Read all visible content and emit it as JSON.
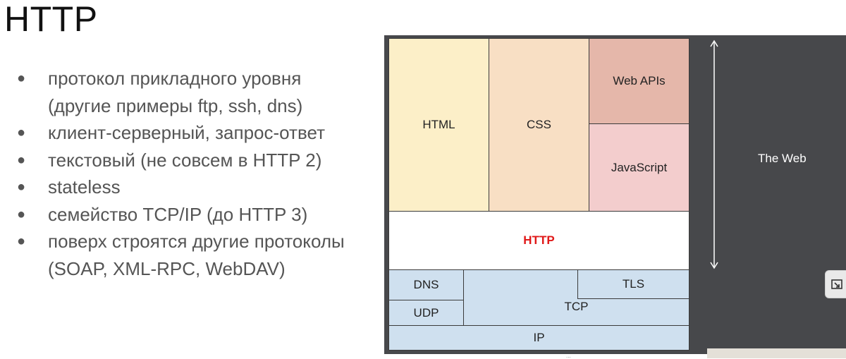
{
  "slide": {
    "title": "HTTP",
    "bullets": [
      "протокол прикладного уровня (другие примеры ftp, ssh, dns)",
      "клиент-серверный, запрос-ответ",
      "текстовый (не совсем в HTTP 2)",
      "stateless",
      "семейство TCP/IP (до HTTP 3)",
      "поверх строятся другие протоколы (SOAP, XML-RPC, WebDAV)"
    ],
    "bullet_glyph": "●"
  },
  "diagram": {
    "html": "HTML",
    "css": "CSS",
    "web_apis": "Web APIs",
    "javascript": "JavaScript",
    "http": "HTTP",
    "dns": "DNS",
    "udp": "UDP",
    "tcp": "TCP",
    "tls": "TLS",
    "ip": "IP",
    "the_web": "The Web",
    "colors": {
      "background": "#47484b",
      "html": "#fcefc8",
      "css": "#f8dfc4",
      "web_apis": "#e5b7aa",
      "javascript": "#f3cdcd",
      "http_text": "#e01818",
      "transport": "#cfe0ef"
    }
  },
  "overlay": {
    "corner_icon": "picture-in-picture-icon",
    "dots": "..."
  }
}
